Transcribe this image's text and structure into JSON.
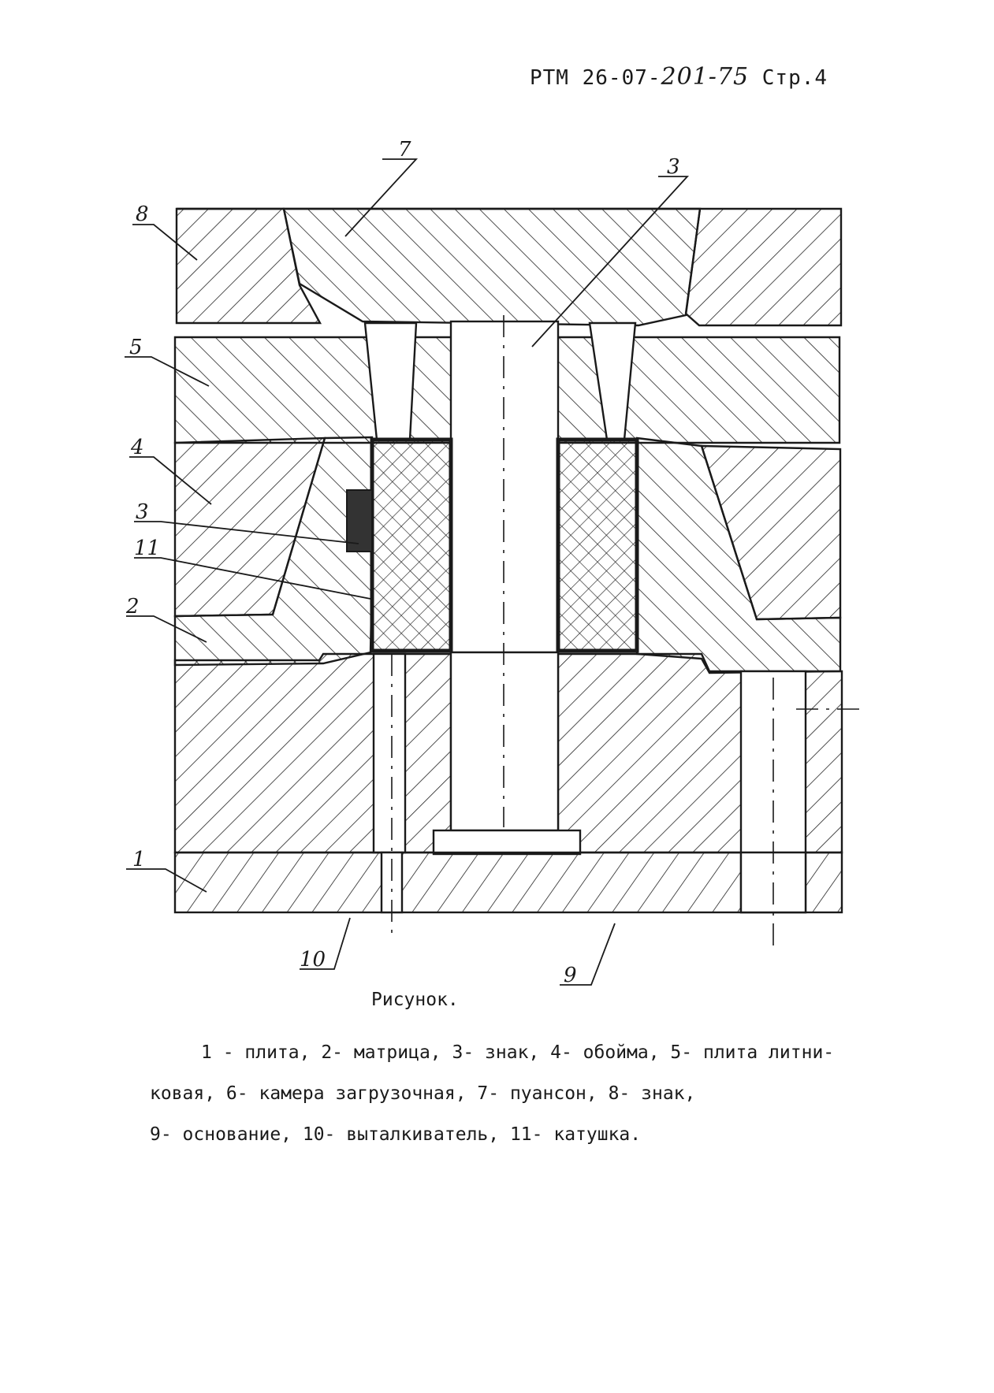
{
  "header": {
    "doc_code": "РТМ 26-07-",
    "doc_number": "201-75",
    "page": "Стр.4"
  },
  "figure": {
    "callouts": [
      "8",
      "7",
      "3",
      "5",
      "4",
      "3",
      "11",
      "2",
      "1",
      "10",
      "9"
    ]
  },
  "caption": "Рисунок.",
  "legend": {
    "line1": "1 - плита, 2- матрица, 3- знак, 4- обойма, 5- плита литни-",
    "line2": "ковая, 6- камера загрузочная, 7- пуансон, 8- знак,",
    "line3": "9- основание, 10- выталкиватель, 11- катушка."
  }
}
